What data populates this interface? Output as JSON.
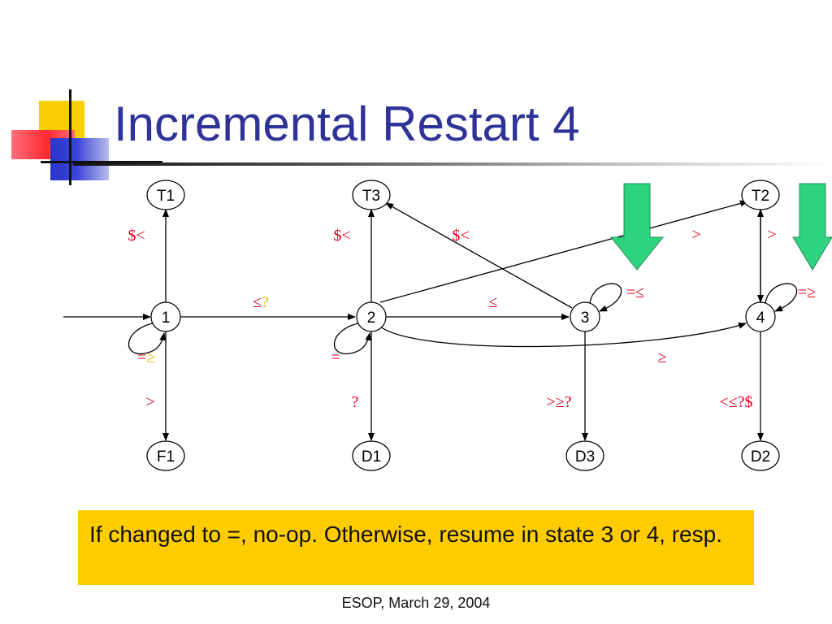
{
  "slide": {
    "title": "Incremental Restart 4",
    "note": "If changed to =, no-op.  Otherwise, resume in state 3 or 4, resp.",
    "footer": "ESOP, March 29, 2004"
  },
  "colors": {
    "title": "#2f3398",
    "label_red": "#e0001a",
    "label_yellow": "#e8c000",
    "arrow_green": "#2ed37e",
    "note_bg": "#ffcc00"
  },
  "diagram": {
    "nodes": [
      {
        "id": "T1",
        "label": "T1"
      },
      {
        "id": "T3",
        "label": "T3"
      },
      {
        "id": "T2",
        "label": "T2"
      },
      {
        "id": "s1",
        "label": "1"
      },
      {
        "id": "s2",
        "label": "2"
      },
      {
        "id": "s3",
        "label": "3"
      },
      {
        "id": "s4",
        "label": "4"
      },
      {
        "id": "F1",
        "label": "F1"
      },
      {
        "id": "D1",
        "label": "D1"
      },
      {
        "id": "D3",
        "label": "D3"
      },
      {
        "id": "D2",
        "label": "D2"
      }
    ],
    "edge_labels": [
      {
        "id": "l1",
        "text": "$<",
        "color": "red"
      },
      {
        "id": "l2",
        "text": "$<",
        "color": "red"
      },
      {
        "id": "l3",
        "text": "$<",
        "color": "red"
      },
      {
        "id": "l4",
        "text": ">",
        "color": "red"
      },
      {
        "id": "l5",
        "text": ">",
        "color": "red"
      },
      {
        "id": "l6",
        "text": "≤",
        "color": "red",
        "suffix": "?",
        "suffix_color": "yellow"
      },
      {
        "id": "l7",
        "text": "≤",
        "color": "red"
      },
      {
        "id": "l8",
        "text": "=≤",
        "color": "red"
      },
      {
        "id": "l9",
        "text": "=≥",
        "color": "red"
      },
      {
        "id": "l10",
        "text": "=",
        "color": "red",
        "suffix": "≥",
        "suffix_color": "yellow"
      },
      {
        "id": "l11",
        "text": "=",
        "color": "red"
      },
      {
        "id": "l12",
        "text": "≥",
        "color": "red"
      },
      {
        "id": "l13",
        "text": ">",
        "color": "red"
      },
      {
        "id": "l14",
        "text": "?",
        "color": "red"
      },
      {
        "id": "l15",
        "text": ">≥?",
        "color": "red"
      },
      {
        "id": "l16",
        "text": "<≤?$",
        "color": "red"
      }
    ]
  }
}
